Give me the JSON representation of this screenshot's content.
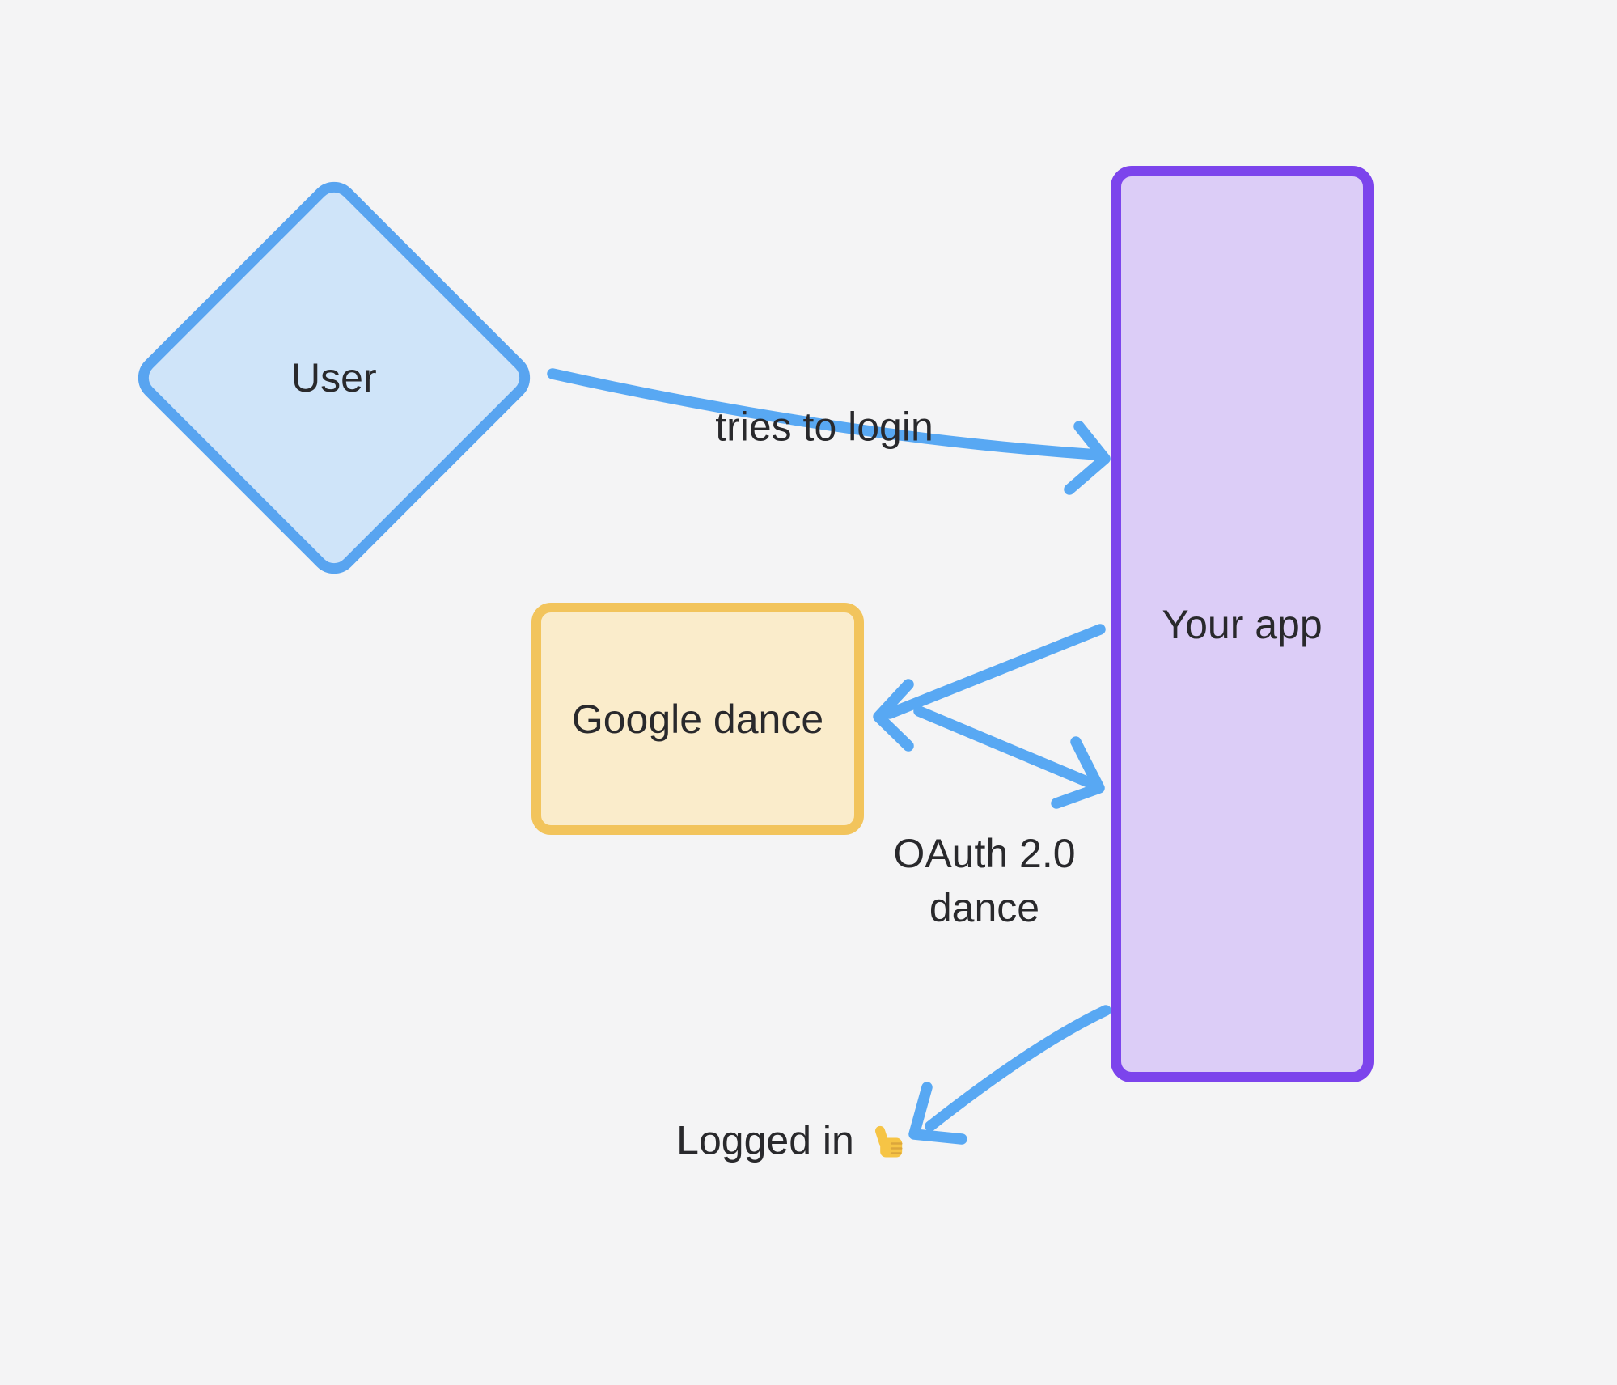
{
  "canvas": {
    "background_color": "#f4f4f5"
  },
  "nodes": {
    "user": {
      "label": "User",
      "shape": "diamond",
      "fill_color": "#cfe4f9",
      "stroke_color": "#58a4f0"
    },
    "your_app": {
      "label": "Your app",
      "shape": "rectangle",
      "fill_color": "#dccdf7",
      "stroke_color": "#7c44ec"
    },
    "google_dance": {
      "label": "Google dance",
      "shape": "rectangle",
      "fill_color": "#faeccb",
      "stroke_color": "#f2c45c"
    }
  },
  "labels": {
    "tries_to_login": "tries to login",
    "oauth_dance": "OAuth 2.0\ndance",
    "logged_in": "Logged in",
    "thumbs_up_emoji": "👍"
  },
  "edges": [
    {
      "from": "user",
      "to": "your_app",
      "label": "tries to login",
      "direction": "right"
    },
    {
      "from": "your_app",
      "to": "google_dance",
      "label": "OAuth 2.0 dance",
      "direction": "left"
    },
    {
      "from": "google_dance",
      "to": "your_app",
      "label": "OAuth 2.0 dance",
      "direction": "right"
    },
    {
      "from": "your_app",
      "to": "logged_in",
      "label": "Logged in 👍",
      "direction": "down-left"
    }
  ],
  "colors": {
    "arrow": "#58a8f3",
    "text": "#29292c",
    "emoji_yellow": "#f6c445"
  }
}
